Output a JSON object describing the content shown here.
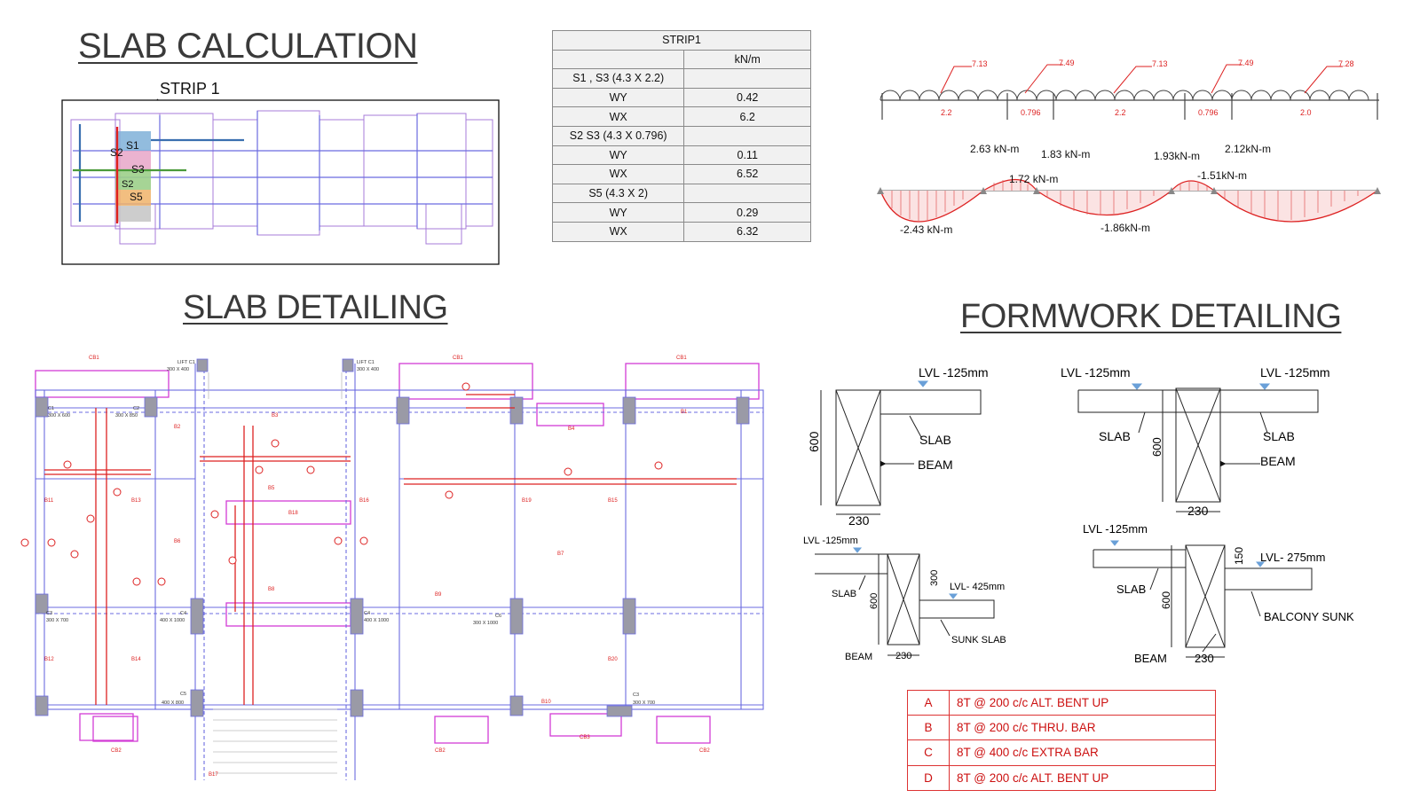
{
  "titles": {
    "slab_calc": "SLAB CALCULATION",
    "slab_detailing": "SLAB DETAILING",
    "formwork_detailing": "FORMWORK DETAILING"
  },
  "key_plan": {
    "strip_label": "STRIP 1",
    "slab_labels": [
      "S1",
      "S2",
      "S3",
      "S2",
      "S5"
    ]
  },
  "strip_table": {
    "title": "STRIP1",
    "unit": "kN/m",
    "rows": [
      {
        "label": "S1 , S3 (4.3 X 2.2)",
        "value": ""
      },
      {
        "label": "WY",
        "value": "0.42"
      },
      {
        "label": "WX",
        "value": "6.2"
      },
      {
        "label": "S2 S3 (4.3 X 0.796)",
        "value": ""
      },
      {
        "label": "WY",
        "value": "0.11"
      },
      {
        "label": "WX",
        "value": "6.52"
      },
      {
        "label": "S5 (4.3 X 2)",
        "value": ""
      },
      {
        "label": "WY",
        "value": "0.29"
      },
      {
        "label": "WX",
        "value": "6.32"
      }
    ]
  },
  "beam_load": {
    "loads": [
      "7.13",
      "7.49",
      "7.13",
      "7.49",
      "7.28"
    ],
    "spans": [
      "2.2",
      "0.796",
      "2.2",
      "0.796",
      "2.0"
    ]
  },
  "bmd": {
    "labels": [
      "2.63 kN-m",
      "1.83 kN-m",
      "1.72 kN-m",
      "1.93kN-m",
      "2.12kN-m",
      "-1.51kN-m",
      "-2.43 kN-m",
      "-1.86kN-m"
    ]
  },
  "formwork": {
    "d1": {
      "lvl": "LVL -125mm",
      "slab": "SLAB",
      "beam": "BEAM",
      "depth": "600",
      "width": "230"
    },
    "d2": {
      "lvl_left": "LVL -125mm",
      "lvl_right": "LVL -125mm",
      "slab_left": "SLAB",
      "slab_right": "SLAB",
      "beam": "BEAM",
      "depth": "600",
      "width": "230"
    },
    "d3": {
      "lvl": "LVL -125mm",
      "lvl2": "LVL- 425mm",
      "slab": "SLAB",
      "beam": "BEAM",
      "sunk": "SUNK SLAB",
      "depth": "600",
      "drop": "300",
      "width": "230"
    },
    "d4": {
      "lvl": "LVL -125mm",
      "lvl2": "LVL- 275mm",
      "slab": "SLAB",
      "beam": "BEAM",
      "sunk": "BALCONY SUNK",
      "depth": "600",
      "drop": "150",
      "width": "230"
    }
  },
  "bar_legend": [
    {
      "key": "A",
      "text": "8T @ 200 c/c ALT. BENT UP"
    },
    {
      "key": "B",
      "text": "8T @ 200 c/c THRU. BAR"
    },
    {
      "key": "C",
      "text": "8T @ 400 c/c EXTRA BAR"
    },
    {
      "key": "D",
      "text": "8T @ 200 c/c ALT. BENT UP"
    }
  ],
  "detail_plan": {
    "column_tags": [
      "C1",
      "C2",
      "C3",
      "C4",
      "C5",
      "C6",
      "C1",
      "C2",
      "C3",
      "C4"
    ],
    "column_sizes": [
      "300 X 600",
      "300 X 850",
      "300 X 700",
      "400 X 1000",
      "400 X 800",
      "300 X 1000",
      "300 X 400",
      "300 X 850",
      "300 X 700",
      "400 X 1000"
    ],
    "beam_tags": [
      "CB1",
      "CB2",
      "CB3",
      "B1",
      "B2",
      "B3",
      "B4",
      "B5",
      "B6",
      "B7",
      "B8",
      "B9",
      "B10",
      "B11",
      "B12",
      "B13",
      "B14",
      "B15",
      "B16",
      "B17",
      "B18",
      "B19",
      "B20"
    ],
    "lift_labels": [
      "LIFT C1",
      "300 X 400",
      "LIFT C1",
      "300 X 400"
    ]
  },
  "colors": {
    "plan_blue": "#6b6be0",
    "plan_magenta": "#d33cd6",
    "rebar_red": "#d22",
    "key_red": "#e02020",
    "key_green": "#4a9a3a"
  }
}
